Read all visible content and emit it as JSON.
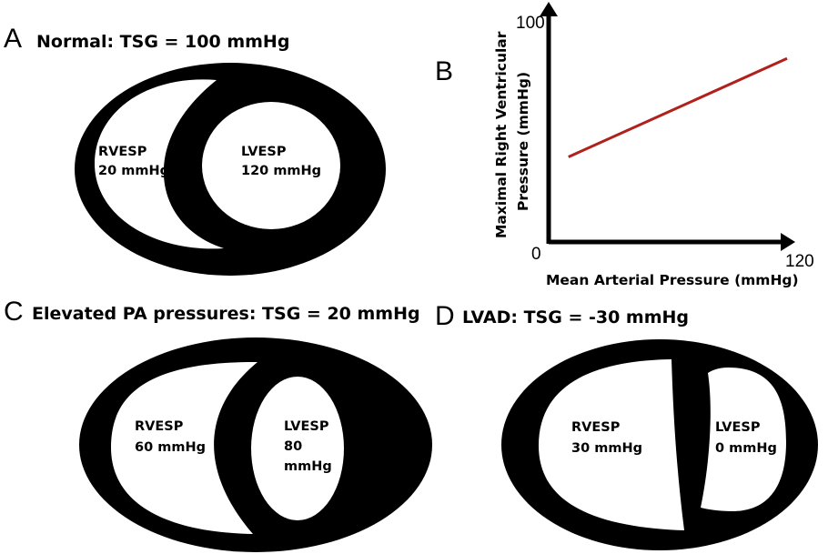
{
  "panels": {
    "a": {
      "letter": "A",
      "title": "Normal: TSG = 100 mmHg",
      "rv_label": [
        "RVESP",
        "20 mmHg"
      ],
      "lv_label": [
        "LVESP",
        "120 mmHg"
      ]
    },
    "b": {
      "letter": "B"
    },
    "c": {
      "letter": "C",
      "title": "Elevated PA pressures: TSG = 20 mmHg",
      "rv_label": [
        "RVESP",
        "60 mmHg"
      ],
      "lv_label": [
        "LVESP",
        "80",
        "mmHg"
      ]
    },
    "d": {
      "letter": "D",
      "title": "LVAD: TSG = -30 mmHg",
      "rv_label": [
        "RVESP",
        "30 mmHg"
      ],
      "lv_label": [
        "LVESP",
        "0 mmHg"
      ]
    }
  },
  "chart_data": {
    "type": "line",
    "xlabel": "Mean Arterial Pressure (mmHg)",
    "ylabel_lines": [
      "Maximal Right Ventricular",
      "Pressure (mmHg)"
    ],
    "x_ticks": [
      "0",
      "120"
    ],
    "y_ticks": [
      "100"
    ],
    "xlim": [
      0,
      120
    ],
    "ylim": [
      0,
      100
    ],
    "grid": false,
    "series": [
      {
        "color": "#b0201c",
        "x": [
          10,
          120
        ],
        "y": [
          38,
          82
        ]
      }
    ]
  }
}
